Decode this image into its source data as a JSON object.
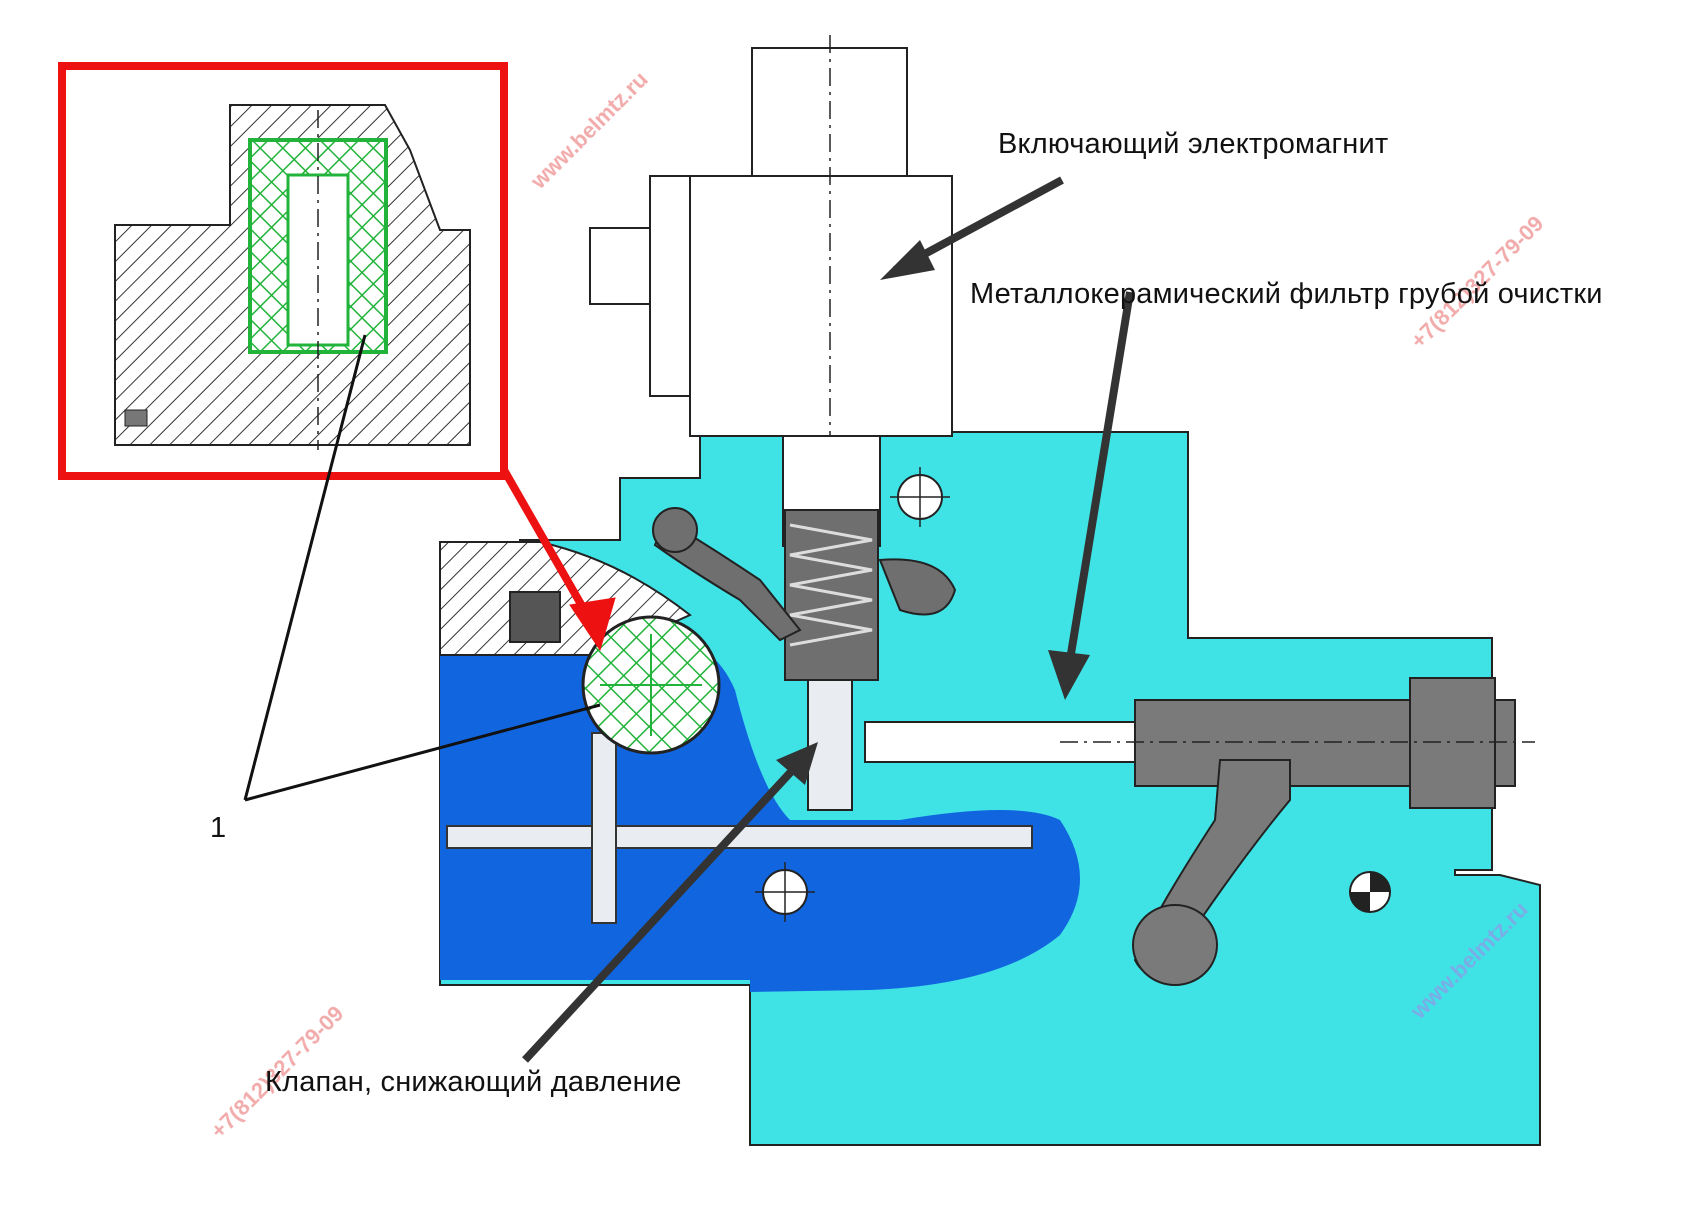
{
  "labels": {
    "solenoid": "Включающий электромагнит",
    "filter": "Металлокерамический фильтр грубой очистки",
    "valve": "Клапан, снижающий давление",
    "callout_number": "1"
  },
  "watermarks": {
    "site": "www.belmtz.ru",
    "phone": "+7(812)327-79-09"
  },
  "colors": {
    "body_fill": "#3fe3e6",
    "oil_channel": "#1166e0",
    "filter_green": "#22b43a",
    "highlight_red": "#ee1111",
    "steel_gray": "#6f6f6f",
    "watermark_red": "#ee8f8f",
    "watermark_blue": "#8f9be6"
  }
}
